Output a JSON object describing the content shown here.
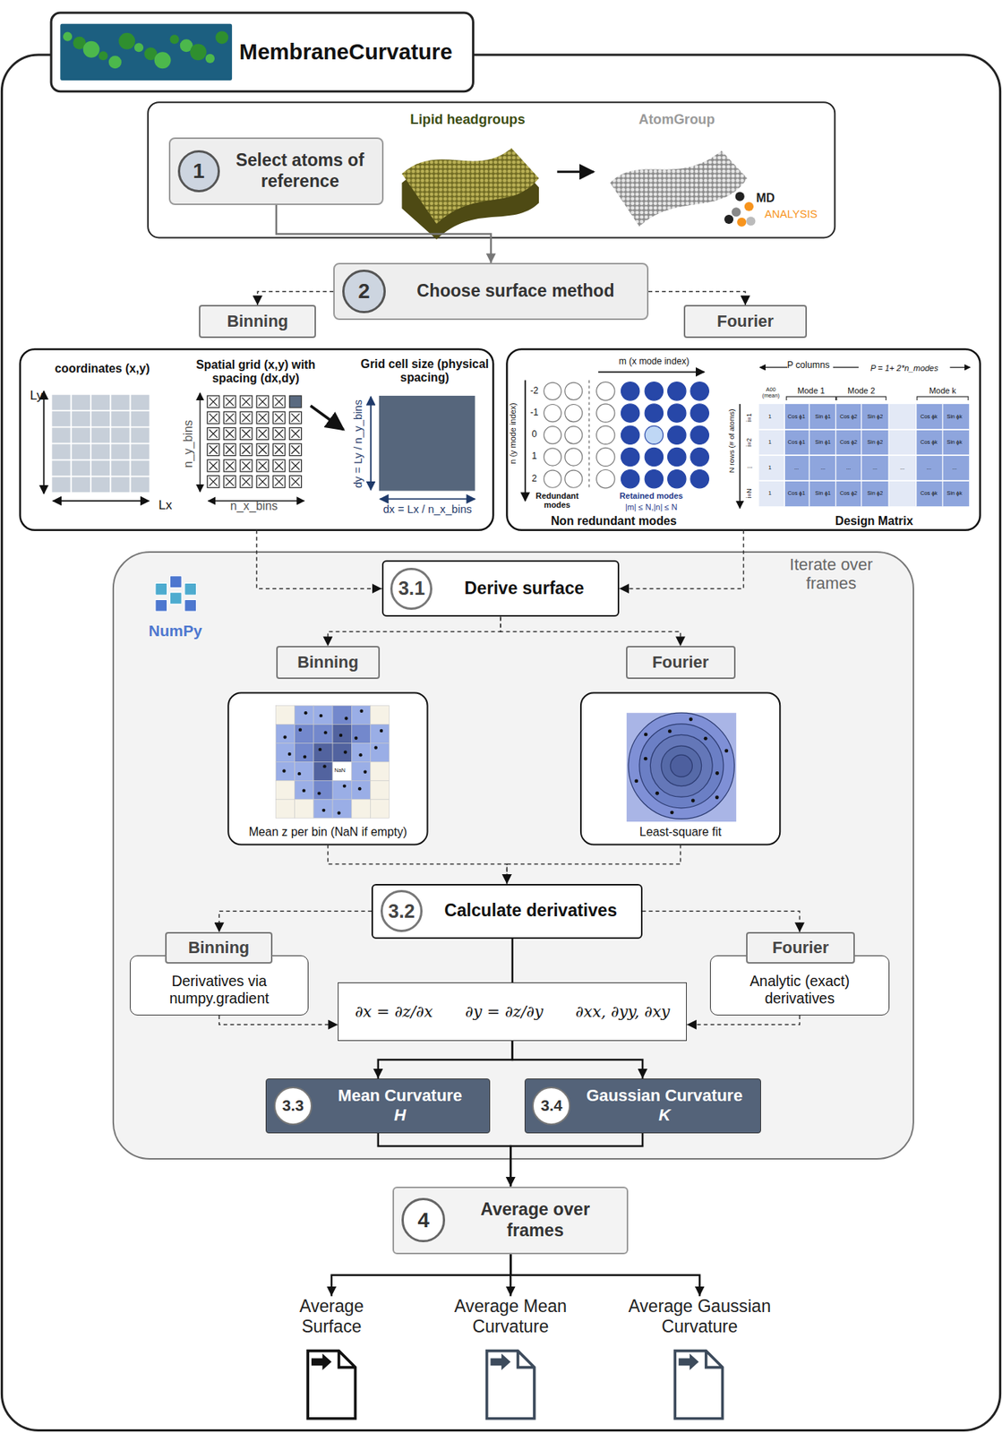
{
  "diagram": {
    "title": "MembraneCurvature",
    "nodes": [
      {
        "text": [
          "Lipid headgroups",
          "AtomGroup"
        ]
      },
      {
        "text": [
          "1",
          "Select atoms of reference"
        ],
        "in": 0
      },
      {
        "text": [
          "2",
          "Choose surface method"
        ]
      },
      {
        "text": [
          "Binning"
        ]
      },
      {
        "text": [
          "coordinates (x,y)",
          "Spatial grid (x,y) with spacing (dx,dy)",
          "Grid cell size (physical spacing)"
        ]
      },
      {
        "text": [
          "Fourier"
        ]
      },
      {
        "text": [
          "Non redundant modes",
          "Design Matrix"
        ]
      },
      {
        "text": [
          "Iterate over frames"
        ]
      },
      {
        "text": [
          "3.1",
          "Derive surface"
        ],
        "in": 7
      },
      {
        "text": [
          "Binning"
        ],
        "in": 7
      },
      {
        "text": [
          "Mean z per bin (NaN if empty)"
        ],
        "in": 7
      },
      {
        "text": [
          "Fourier"
        ],
        "in": 7
      },
      {
        "text": [
          "Least-square fit"
        ],
        "in": 7
      },
      {
        "text": [
          "3.2",
          "Calculate derivatives"
        ],
        "in": 7
      },
      {
        "text": [
          "Binning",
          "Derivatives via numpy.gradient"
        ],
        "in": 7
      },
      {
        "text": [
          "Fourier",
          "Analytic (exact) derivatives"
        ],
        "in": 7
      },
      {
        "text": [
          "∂x = ∂z/∂x",
          "∂y = ∂z/∂y",
          "∂xx, ∂yy, ∂xy"
        ],
        "in": 7
      },
      {
        "text": [
          "3.3",
          "Mean Curvature",
          "H"
        ],
        "in": 7
      },
      {
        "text": [
          "3.4",
          "Gaussian Curvature",
          "K"
        ],
        "in": 7
      },
      {
        "text": [
          "4",
          "Average over frames"
        ]
      },
      {
        "text": [
          "Average Surface"
        ]
      },
      {
        "text": [
          "Average Mean Curvature"
        ]
      },
      {
        "text": [
          "Average Gaussian Curvature"
        ]
      }
    ],
    "edges": [
      {
        "from": 1,
        "to": 2,
        "arrow": "to"
      },
      {
        "from": 2,
        "to": 3,
        "arrow": "to"
      },
      {
        "from": 2,
        "to": 5,
        "arrow": "to"
      },
      {
        "from": 4,
        "to": 8,
        "arrow": "to"
      },
      {
        "from": 6,
        "to": 8,
        "arrow": "to"
      },
      {
        "from": 8,
        "to": 9,
        "arrow": "to"
      },
      {
        "from": 8,
        "to": 11,
        "arrow": "to"
      },
      {
        "from": 10,
        "to": 13,
        "arrow": "to"
      },
      {
        "from": 12,
        "to": 13,
        "arrow": "to"
      },
      {
        "from": 13,
        "to": 14,
        "arrow": "to"
      },
      {
        "from": 13,
        "to": 15,
        "arrow": "to"
      },
      {
        "from": 13,
        "to": 16,
        "arrow": "none"
      },
      {
        "from": 14,
        "to": 16,
        "arrow": "to"
      },
      {
        "from": 15,
        "to": 16,
        "arrow": "to"
      },
      {
        "from": 16,
        "to": 17,
        "arrow": "to"
      },
      {
        "from": 16,
        "to": 18,
        "arrow": "to"
      },
      {
        "from": 17,
        "to": 19,
        "arrow": "to"
      },
      {
        "from": 18,
        "to": 19,
        "arrow": "to"
      },
      {
        "from": 19,
        "to": 20,
        "arrow": "to"
      },
      {
        "from": 19,
        "to": 21,
        "arrow": "to"
      },
      {
        "from": 19,
        "to": 22,
        "arrow": "to"
      }
    ],
    "labels": [
      "MD",
      "ANALYSIS",
      "NumPy",
      "Ly",
      "Lx",
      "n_y_bins",
      "n_x_bins",
      "dy = Ly / n_y_bins",
      "dx = Lx / n_x_bins",
      "m (x mode index)",
      "n (y mode index)",
      "-2",
      "-1",
      "0",
      "1",
      "2",
      "Redundant modes",
      "Retained modes",
      "|m| ≤ N,|n| ≤ N",
      "P columns",
      "P = 1+ 2*n_modes",
      "A00 (mean)",
      "Mode 1",
      "Mode 2",
      "Mode k",
      "N rows (# of atoms)",
      "i=1",
      "i=2",
      "...",
      "i=N",
      "1",
      "Cos ϕ1",
      "Sin ϕ1",
      "Cos ϕ2",
      "Sin ϕ2",
      "Cos ϕk",
      "Sin ϕk",
      "1",
      "Cos ϕ1",
      "Sin ϕ1",
      "Cos ϕ2",
      "Sin ϕ2",
      "Cos ϕk",
      "Sin ϕk",
      "1",
      "...",
      "...",
      "...",
      "...",
      "...",
      "...",
      "...",
      "1",
      "Cos ϕ1",
      "Sin ϕ1",
      "Cos ϕ2",
      "Sin ϕ2",
      "Cos ϕk",
      "Sin ϕk",
      "NaN"
    ]
  }
}
